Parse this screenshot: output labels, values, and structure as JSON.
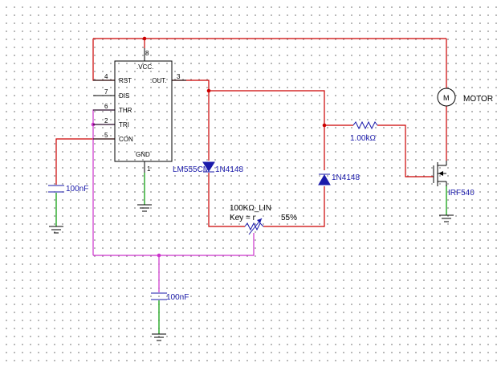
{
  "timer": {
    "part": "LM555CM",
    "pins": {
      "vcc": {
        "name": ".VCC.",
        "num": "8"
      },
      "rst": {
        "name": "RST",
        "num": "4"
      },
      "dis": {
        "name": "DIS",
        "num": "7"
      },
      "thr": {
        "name": "THR",
        "num": "6"
      },
      "tri": {
        "name": "TRI",
        "num": "2"
      },
      "con": {
        "name": "CON",
        "num": "5"
      },
      "out": {
        "name": ".OUT.",
        "num": "3"
      },
      "gnd": {
        "name": "GND",
        "num": "1"
      }
    }
  },
  "components": {
    "cap_con": "100nF",
    "cap_tri": "100nF",
    "diode_1": "1N4148",
    "diode_2": "1N4148",
    "resistor": "1.00kΩ",
    "pot": {
      "value": "100KΩ_LIN",
      "key_label": "Key = r",
      "setting": "55%"
    },
    "motor": "MOTOR",
    "mosfet": "IRF540"
  },
  "colors": {
    "wire_red": "#cc0000",
    "wire_magenta": "#cc33cc",
    "wire_green": "#009900",
    "component_blue": "#1a1aaa"
  }
}
